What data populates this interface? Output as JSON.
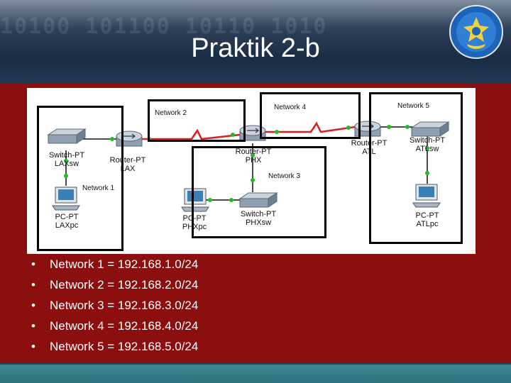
{
  "slide": {
    "title": "Praktik 2-b",
    "binary_background": "10100 101100 10110 1010",
    "logo_icon": "tut-wuri-handayani-emblem-icon"
  },
  "diagram": {
    "devices": {
      "lax_switch": {
        "type": "Switch-PT",
        "name": "LAXsw",
        "icon": "switch-icon"
      },
      "lax_router": {
        "type": "Router-PT",
        "name": "LAX",
        "icon": "router-icon"
      },
      "lax_pc": {
        "type": "PC-PT",
        "name": "LAXpc",
        "icon": "pc-icon"
      },
      "phx_router": {
        "type": "Router-PT",
        "name": "PHX",
        "icon": "router-icon"
      },
      "phx_pc": {
        "type": "PC-PT",
        "name": "PHXpc",
        "icon": "pc-icon"
      },
      "phx_switch": {
        "type": "Switch-PT",
        "name": "PHXsw",
        "icon": "switch-icon"
      },
      "atl_router": {
        "type": "Router-PT",
        "name": "ATL",
        "icon": "router-icon"
      },
      "atl_switch": {
        "type": "Switch-PT",
        "name": "ATLsw",
        "icon": "switch-icon"
      },
      "atl_pc": {
        "type": "PC-PT",
        "name": "ATLpc",
        "icon": "pc-icon"
      }
    },
    "network_labels": {
      "n1": "Network 1",
      "n2": "Network 2",
      "n3": "Network 3",
      "n4": "Network 4",
      "n5": "Network 5"
    },
    "colors": {
      "serial_link": "#d81e1e",
      "ethernet_link": "#111111",
      "link_status": "#22bb22"
    }
  },
  "bullets": {
    "marker": "•",
    "items": [
      "Network 1 = 192.168.1.0/24",
      "Network 2 = 192.168.2.0/24",
      "Network 3 = 192.168.3.0/24",
      "Network 4 = 192.168.4.0/24",
      "Network 5 = 192.168.5.0/24"
    ]
  },
  "colors": {
    "content_background": "#8c0f10",
    "footer": "#2e7480",
    "header": "#1a2c44"
  }
}
